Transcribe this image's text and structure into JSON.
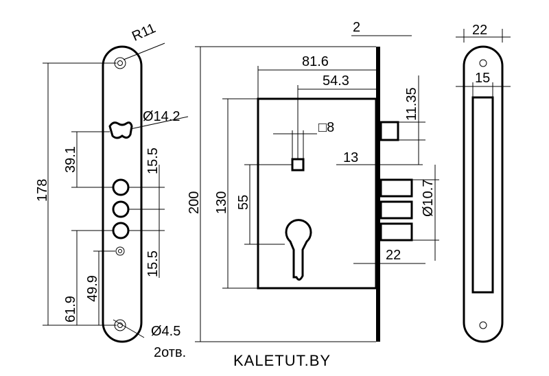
{
  "dimensions": {
    "r11": "R11",
    "d14_2": "Ø14.2",
    "d178": "178",
    "d39_1": "39.1",
    "d15_5_top": "15.5",
    "d15_5_bottom": "15.5",
    "d61_9": "61.9",
    "d49_9": "49.9",
    "d4_5": "Ø4.5",
    "holes_2": "2отв.",
    "d200": "200",
    "d130": "130",
    "d55": "55",
    "d81_6": "81.6",
    "d54_3": "54.3",
    "d2": "2",
    "sq8": "□8",
    "d11_35": "11.35",
    "d13": "13",
    "d10_7": "Ø10.7",
    "d22_bolt": "22",
    "d22_top": "22",
    "d15_right": "15"
  },
  "watermark": "KALETUT.BY"
}
